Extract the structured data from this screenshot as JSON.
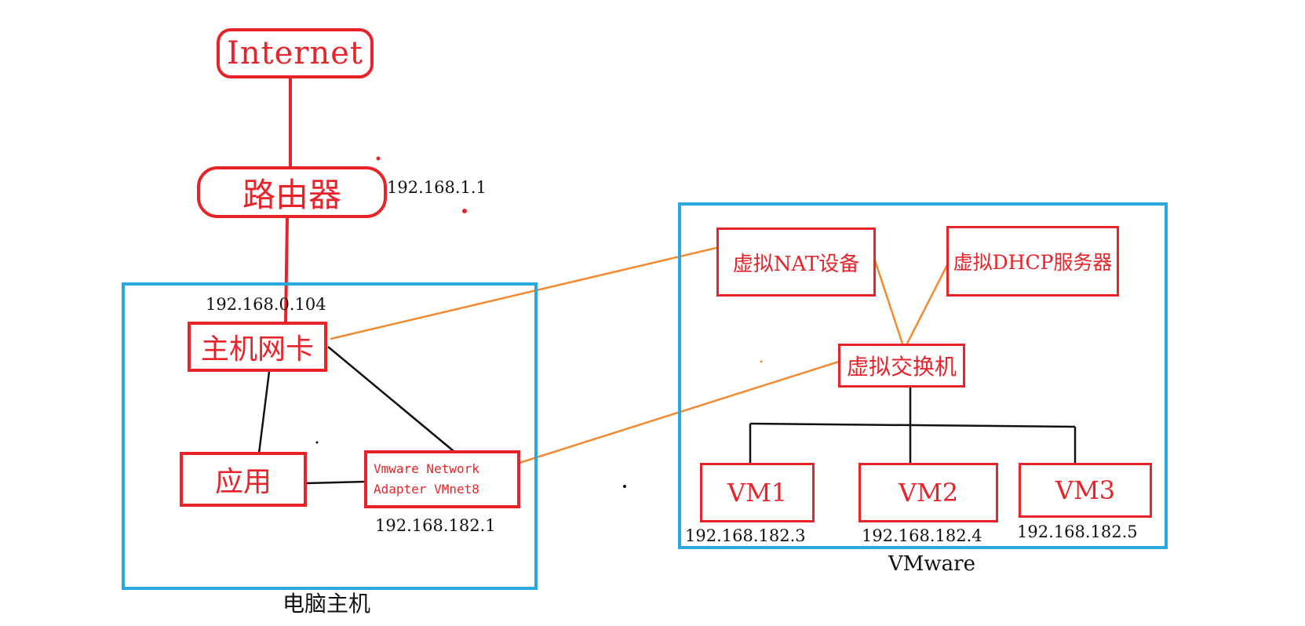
{
  "colors": {
    "node_red": "#e8232a",
    "container_blue": "#29a8e0",
    "orange_link": "#f28a30",
    "black_link": "#111111"
  },
  "nodes": {
    "internet": "Internet",
    "router": "路由器",
    "host_nic": "主机网卡",
    "app": "应用",
    "vmnet8_line1": "Vmware Network",
    "vmnet8_line2": "Adapter VMnet8",
    "nat": "虚拟NAT设备",
    "dhcp": "虚拟DHCP服务器",
    "vswitch": "虚拟交换机",
    "vm1": "VM1",
    "vm2": "VM2",
    "vm3": "VM3"
  },
  "addresses": {
    "router": "192.168.1.1",
    "host_nic": "192.168.0.104",
    "vmnet8": "192.168.182.1",
    "vm1": "192.168.182.3",
    "vm2": "192.168.182.4",
    "vm3": "192.168.182.5"
  },
  "containers": {
    "host": "电脑主机",
    "vmware": "VMware"
  }
}
